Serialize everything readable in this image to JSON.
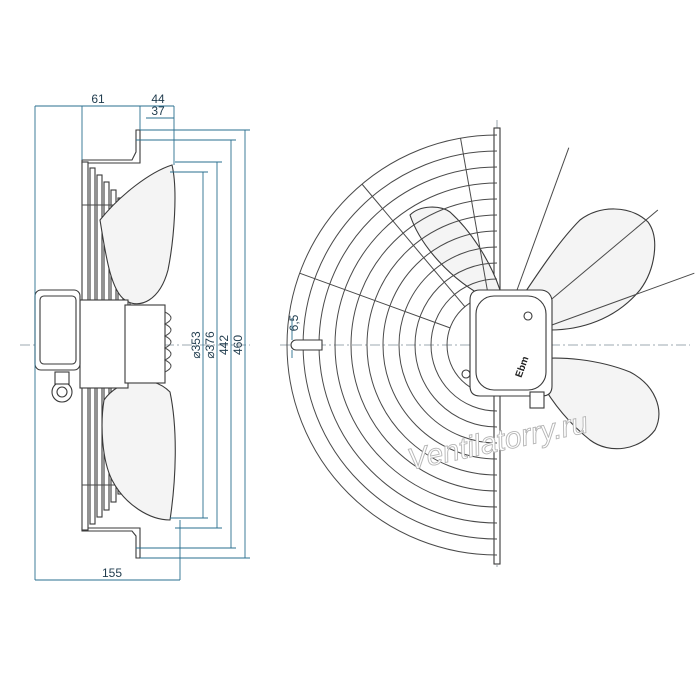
{
  "dimensions": {
    "d61": "61",
    "d44": "44",
    "d37": "37",
    "d155": "155",
    "d353": "⌀353",
    "d376": "⌀376",
    "d442": "442",
    "d460": "460",
    "d6_5": "6,5"
  },
  "brand_label": "Ebm",
  "watermark": "Ventilatorry.ru"
}
